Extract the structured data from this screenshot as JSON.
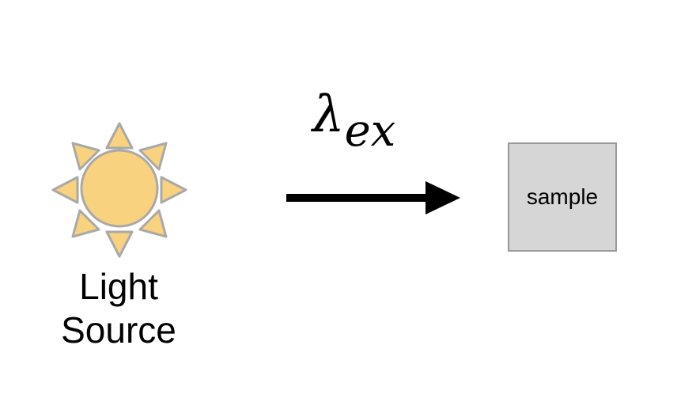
{
  "light_source": {
    "label_line1": "Light",
    "label_line2": "Source",
    "icon": "sun-icon",
    "fill_color": "#f8d27e",
    "stroke_color": "#a9a9a9"
  },
  "excitation": {
    "symbol": "λ",
    "subscript": "ex",
    "arrow_color": "#000000"
  },
  "sample": {
    "label": "sample",
    "fill_color": "#d6d6d6",
    "border_color": "#9a9a9a"
  }
}
